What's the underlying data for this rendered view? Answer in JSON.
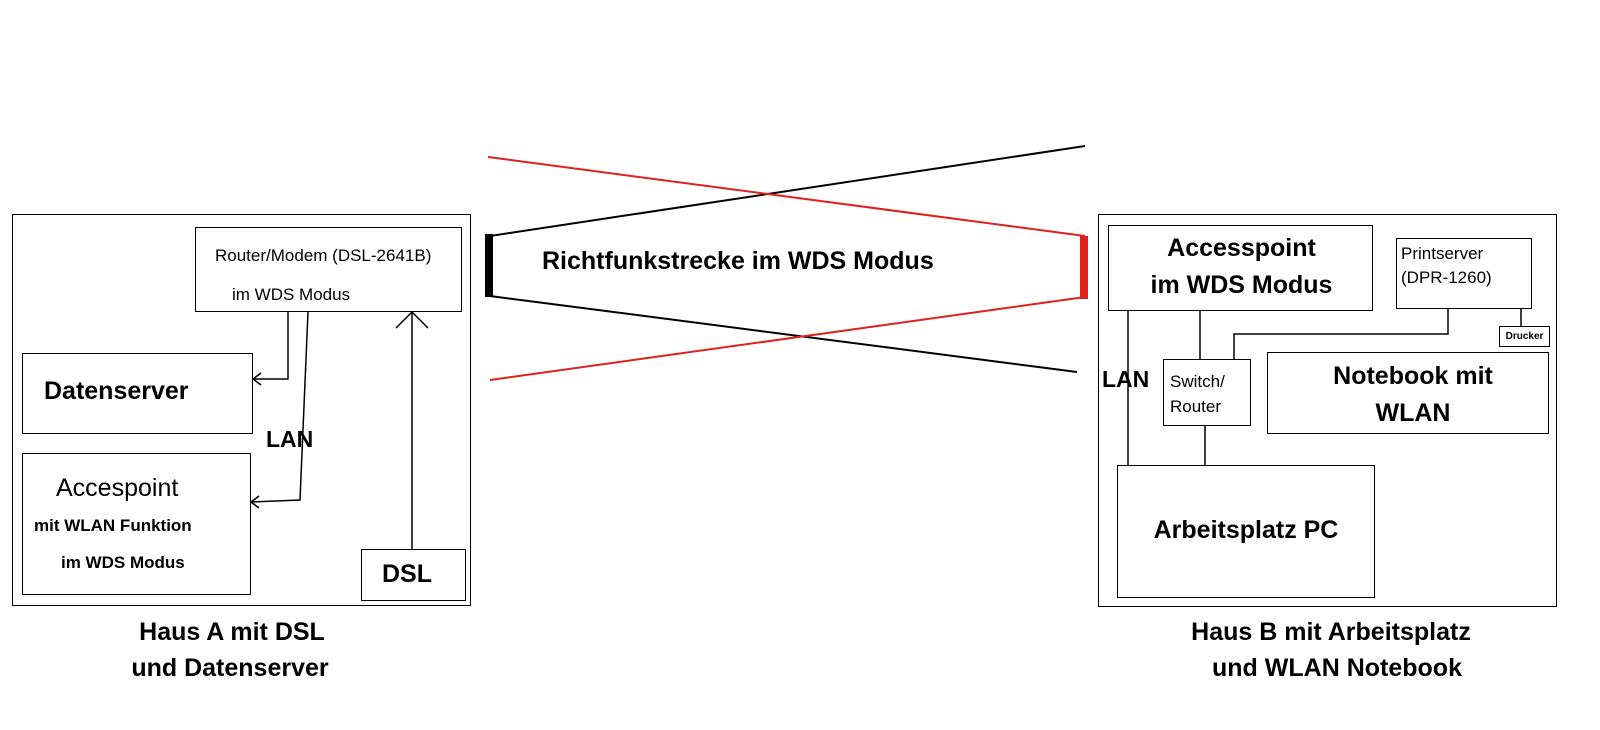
{
  "link": {
    "label": "Richtfunkstrecke im WDS Modus"
  },
  "house_a": {
    "caption_line1": "Haus A mit DSL",
    "caption_line2": "und Datenserver",
    "router_line1": "Router/Modem (DSL-2641B)",
    "router_line2": "im WDS Modus",
    "dataserver": "Datenserver",
    "ap_line1": "Accespoint",
    "ap_line2": "mit WLAN Funktion",
    "ap_line3": "im WDS Modus",
    "lan": "LAN",
    "dsl": "DSL"
  },
  "house_b": {
    "caption_line1": "Haus B mit Arbeitsplatz",
    "caption_line2": "und WLAN Notebook",
    "ap_line1": "Accesspoint",
    "ap_line2": "im WDS Modus",
    "printserver_line1": "Printserver",
    "printserver_line2": "(DPR-1260)",
    "printer": "Drucker",
    "switch_line1": "Switch/",
    "switch_line2": "Router",
    "notebook_line1": "Notebook mit",
    "notebook_line2": "WLAN",
    "lan": "LAN",
    "pc": "Arbeitsplatz PC"
  },
  "colors": {
    "beam_red": "#e0201a",
    "line": "#000000"
  }
}
